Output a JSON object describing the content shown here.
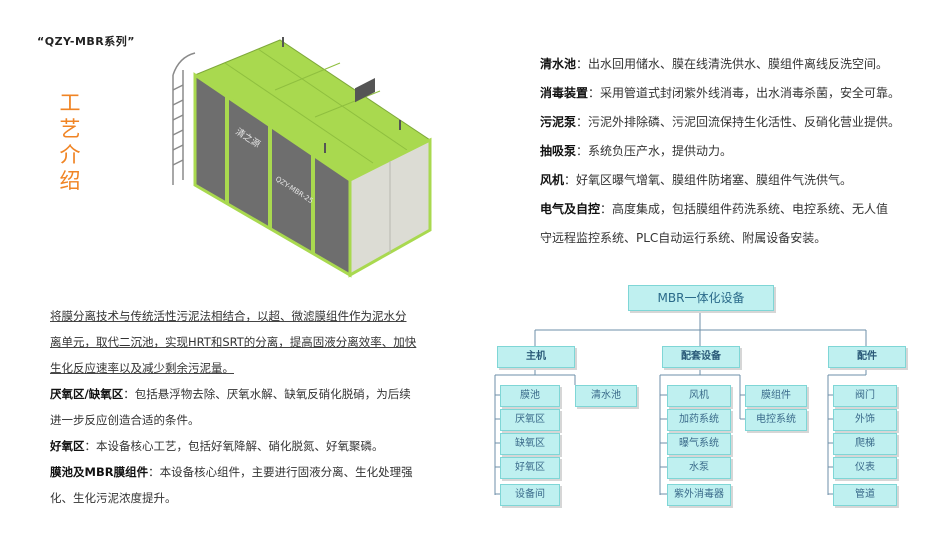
{
  "series_label": "“QZY-MBR系列”",
  "section_title": [
    "工",
    "艺",
    "介",
    "绍"
  ],
  "machine": {
    "brand": "清之源",
    "model": "QZY-MBR-25"
  },
  "components": [
    {
      "term": "清水池",
      "text": "：出水回用储水、膜在线清洗供水、膜组件离线反洗空间。"
    },
    {
      "term": "消毒装置",
      "text": "：采用管道式封闭紫外线消毒，出水消毒杀菌，安全可靠。"
    },
    {
      "term": "污泥泵",
      "text": "：污泥外排除磷、污泥回流保持生化活性、反硝化营业提供。"
    },
    {
      "term": "抽吸泵",
      "text": "：系统负压产水，提供动力。"
    },
    {
      "term": "风机",
      "text": "：好氧区曝气增氧、膜组件防堵塞、膜组件气洗供气。"
    },
    {
      "term": "电气及自控",
      "text": "：高度集成，包括膜组件药洗系统、电控系统、无人值"
    },
    {
      "term": "",
      "text": "守远程监控系统、PLC自动运行系统、附属设备安装。"
    }
  ],
  "intro": {
    "lines": [
      "将膜分离技术与传统活性污泥法相结合，以超、微滤膜组件作为泥水分",
      "离单元，取代二沉池，实现HRT和SRT的分离，提高固液分离效率、加快",
      "生化反应速率以及减少剩余污泥量。"
    ],
    "anoxic_term": "厌氧区/缺氧区",
    "anoxic_lines": [
      "：包括悬浮物去除、厌氧水解、缺氧反硝化脱硝，为后续",
      "进一步反应创造合适的条件。"
    ],
    "aerobic_term": "好氧区",
    "aerobic_text": "：本设备核心工艺，包括好氧降解、硝化脱氮、好氧聚磷。",
    "membrane_term": "膜池及MBR膜组件",
    "membrane_lines": [
      "：本设备核心组件，主要进行固液分离、生化处理强",
      "化、生化污泥浓度提升。"
    ]
  },
  "diagram": {
    "root": "MBR一体化设备",
    "groups": [
      {
        "name": "主机",
        "col1": [
          "膜池",
          "厌氧区",
          "缺氧区",
          "好氧区",
          "设备间"
        ],
        "col2": [
          "清水池"
        ]
      },
      {
        "name": "配套设备",
        "col1": [
          "风机",
          "加药系统",
          "曝气系统",
          "水泵",
          "紫外消毒器"
        ],
        "col2": [
          "膜组件",
          "电控系统"
        ]
      },
      {
        "name": "配件",
        "col1": [
          "阀门",
          "外饰",
          "爬梯",
          "仪表",
          "管道"
        ]
      }
    ]
  },
  "colors": {
    "accent": "#f08424",
    "machine_top": "#a9d94f",
    "machine_panel": "#6e6e6e",
    "node_fill": "#bff0f0"
  }
}
